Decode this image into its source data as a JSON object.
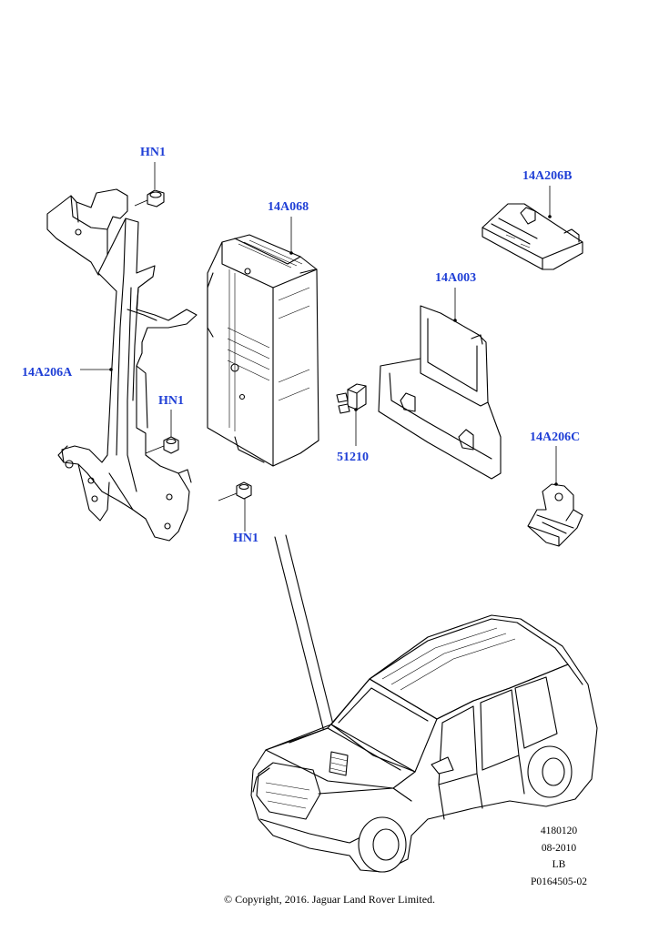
{
  "callouts": {
    "hn1_top": "HN1",
    "hn1_mid": "HN1",
    "hn1_bottom": "HN1",
    "part_14A068": "14A068",
    "part_14A206B": "14A206B",
    "part_14A003": "14A003",
    "part_14A206A": "14A206A",
    "part_51210": "51210",
    "part_14A206C": "14A206C"
  },
  "reference": {
    "code": "4180120",
    "date": "08-2010",
    "region": "LB",
    "illustration_id": "P0164505-02"
  },
  "copyright": "© Copyright, 2016. Jaguar Land Rover Limited."
}
